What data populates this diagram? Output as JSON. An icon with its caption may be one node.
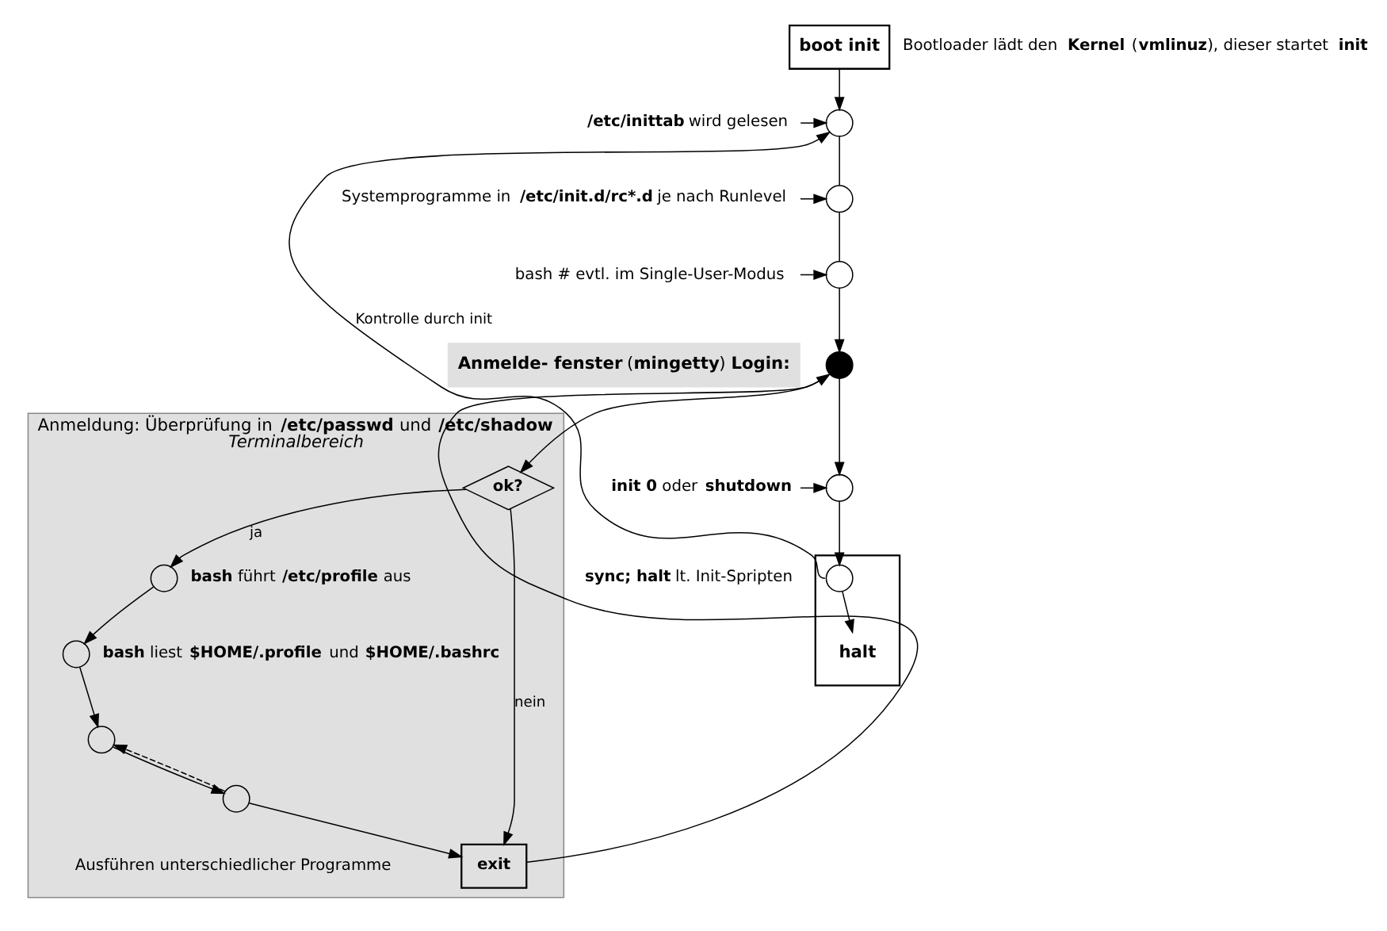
{
  "diagram": {
    "nodes": [
      {
        "text": [
          "boot init"
        ],
        "beside": [
          "Bootloader lädt den **Kernel** (**vmlinuz**), dieser startet **init**"
        ]
      },
      {
        "text": [],
        "shape": "circle"
      },
      {
        "text": [
          "**/etc/inittab** wird gelesen"
        ]
      },
      {
        "text": [],
        "shape": "circle"
      },
      {
        "text": [
          "Systemprogramme in **/etc/init.d/rc*.d** je nach Runlevel"
        ]
      },
      {
        "text": [],
        "shape": "circle"
      },
      {
        "text": [
          "bash # evtl. im Single-User-Modus"
        ]
      },
      {
        "text": [
          "Anmeldung: Überprüfung in **/etc/passwd** und **/etc/shadow**",
          "Terminalbereich"
        ]
      },
      {
        "text": [
          "**Anmelde- fenster** (**mingetty**) **Login:**"
        ]
      },
      {
        "text": [],
        "shape": "circle"
      },
      {
        "text": [
          "ok?"
        ],
        "in": 7
      },
      {
        "text": [],
        "shape": "circle",
        "in": 7,
        "beside": [
          "**bash** führt **/etc/profile** aus"
        ]
      },
      {
        "text": [],
        "shape": "circle",
        "in": 7,
        "beside": [
          "**bash** liest **$HOME/.profile** und **$HOME/.bashrc**"
        ]
      },
      {
        "text": [],
        "shape": "circle",
        "in": 7
      },
      {
        "text": [],
        "shape": "circle",
        "in": 7
      },
      {
        "text": [
          "exit"
        ],
        "in": 7
      },
      {
        "text": [],
        "shape": "circle"
      },
      {
        "text": [
          "**init 0** oder **shutdown**"
        ]
      },
      {
        "text": [],
        "shape": "box"
      },
      {
        "text": [],
        "shape": "circle",
        "in": 18
      },
      {
        "text": [
          "halt"
        ],
        "in": 18
      }
    ],
    "edges": [
      {
        "from": 0,
        "to": 1,
        "arrow": "to"
      },
      {
        "from": 2,
        "to": 1,
        "arrow": "to"
      },
      {
        "from": 1,
        "to": 3,
        "arrow": "none"
      },
      {
        "from": 4,
        "to": 3,
        "arrow": "to"
      },
      {
        "from": 3,
        "to": 5,
        "arrow": "none"
      },
      {
        "from": 6,
        "to": 5,
        "arrow": "to"
      },
      {
        "from": 5,
        "to": 9,
        "arrow": "to"
      },
      {
        "from": 9,
        "to": 10,
        "arrow": "to"
      },
      {
        "from": 10,
        "to": 11,
        "arrow": "to",
        "label": "ja"
      },
      {
        "from": 10,
        "to": 15,
        "arrow": "to",
        "label": "nein"
      },
      {
        "from": 11,
        "to": 12,
        "arrow": "to"
      },
      {
        "from": 12,
        "to": 13,
        "arrow": "to"
      },
      {
        "from": 13,
        "to": 14,
        "arrow": "to"
      },
      {
        "from": 14,
        "to": 13,
        "arrow": "to",
        "style": "dashed"
      },
      {
        "from": 14,
        "to": 15,
        "arrow": "to"
      },
      {
        "from": 15,
        "to": 9,
        "arrow": "to"
      },
      {
        "from": 9,
        "to": 16,
        "arrow": "to"
      },
      {
        "from": 17,
        "to": 16,
        "arrow": "to"
      },
      {
        "from": 16,
        "to": 19,
        "arrow": "to"
      },
      {
        "from": 19,
        "to": 20,
        "arrow": "to"
      },
      {
        "from": 19,
        "to": 1,
        "arrow": "to",
        "label": "Kontrolle durch init"
      }
    ],
    "labels": [
      "Ausführen unterschiedlicher Programme",
      "**sync; halt** lt. Init-Spripten"
    ]
  }
}
